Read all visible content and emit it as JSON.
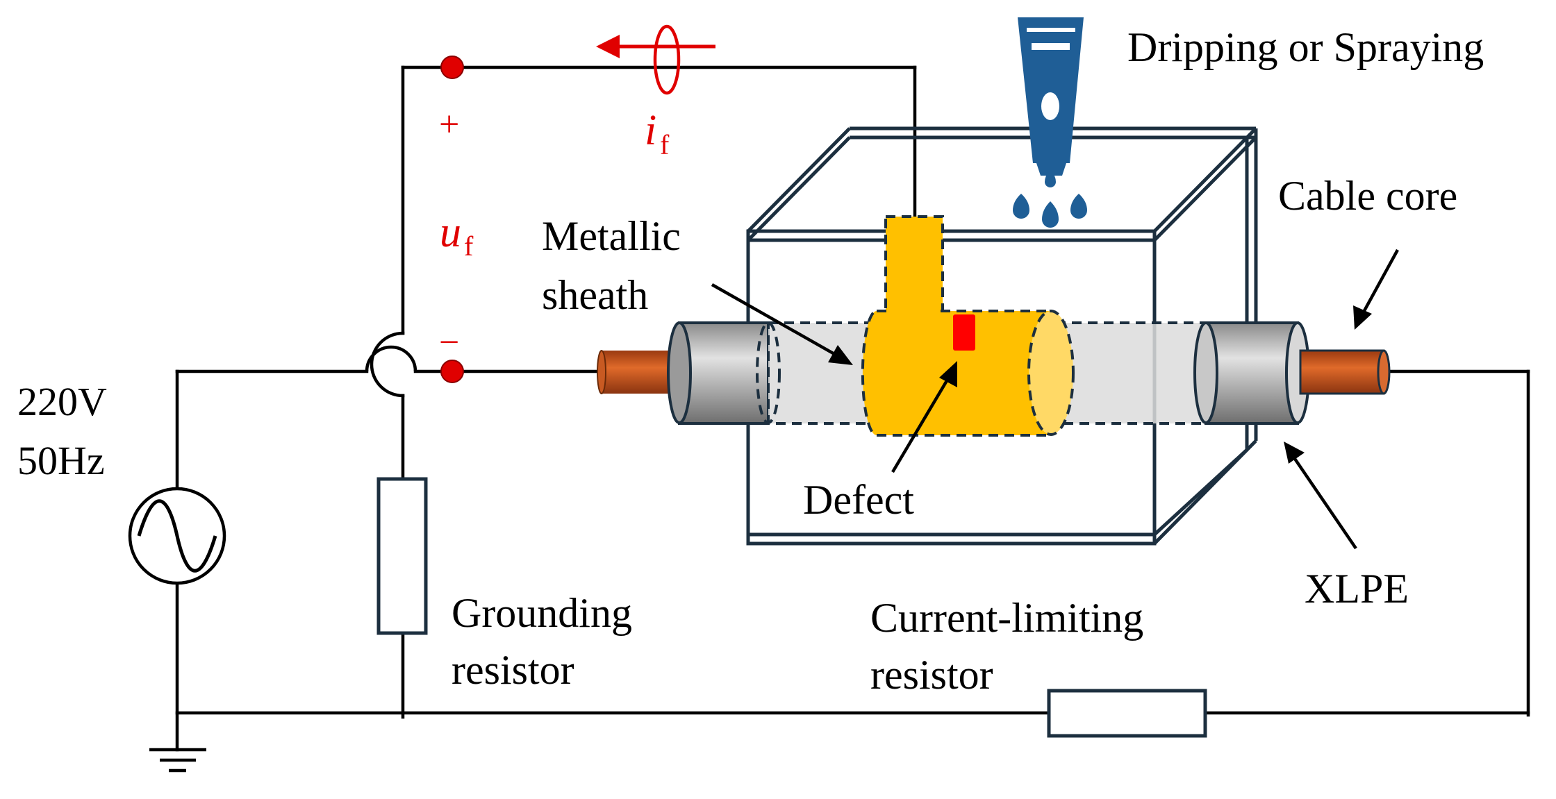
{
  "source": {
    "voltage": "220V",
    "frequency": "50Hz"
  },
  "measurement": {
    "plus": "+",
    "minus": "−",
    "u_main": "u",
    "u_sub": "f",
    "i_main": "i",
    "i_sub": "f"
  },
  "labels": {
    "dripping": "Dripping or Spraying",
    "cable_core": "Cable core",
    "metallic_line1": "Metallic",
    "metallic_line2": "sheath",
    "defect": "Defect",
    "xlpe": "XLPE",
    "grounding_line1": "Grounding",
    "grounding_line2": "resistor",
    "limiting_line1": "Current-limiting",
    "limiting_line2": "resistor"
  },
  "colors": {
    "wire": "#000000",
    "box": "#1c2f3f",
    "measurement_red": "#e00000",
    "sheath": "#ffc000",
    "sheath_end": "#ffd966",
    "defect": "#ff0000",
    "copper": "#d2581e",
    "xlpe_gray": "#a8a8a8",
    "nozzle": "#1f5e96"
  }
}
